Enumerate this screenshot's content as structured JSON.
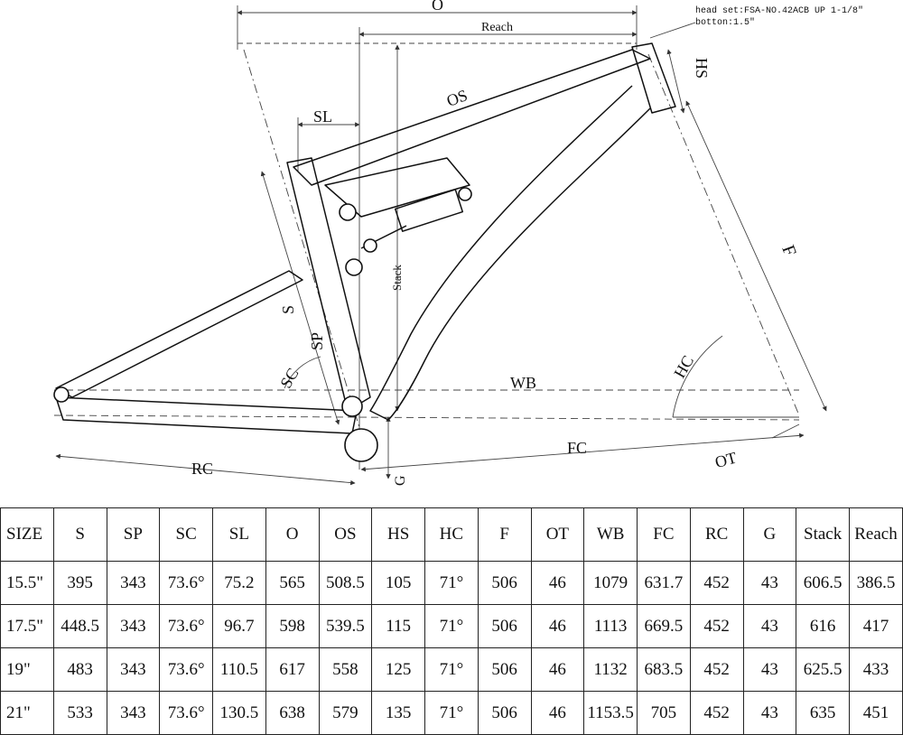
{
  "diagram": {
    "labels": {
      "o": "O",
      "reach": "Reach",
      "os": "OS",
      "sl": "SL",
      "hs": "HS",
      "f": "F",
      "stack": "Stack",
      "s": "S",
      "sp": "SP",
      "sc": "SC",
      "hc": "HC",
      "wb": "WB",
      "rc": "RC",
      "fc": "FC",
      "g": "G",
      "ot": "OT"
    },
    "headset_note": {
      "line1": "head set:FSA-NO.42ACB  UP 1-1/8\"",
      "line2": "botton:1.5\""
    }
  },
  "table": {
    "headers": [
      "SIZE",
      "S",
      "SP",
      "SC",
      "SL",
      "O",
      "OS",
      "HS",
      "HC",
      "F",
      "OT",
      "WB",
      "FC",
      "RC",
      "G",
      "Stack",
      "Reach"
    ],
    "rows": [
      [
        "15.5\"",
        "395",
        "343",
        "73.6°",
        "75.2",
        "565",
        "508.5",
        "105",
        "71°",
        "506",
        "46",
        "1079",
        "631.7",
        "452",
        "43",
        "606.5",
        "386.5"
      ],
      [
        "17.5\"",
        "448.5",
        "343",
        "73.6°",
        "96.7",
        "598",
        "539.5",
        "115",
        "71°",
        "506",
        "46",
        "1113",
        "669.5",
        "452",
        "43",
        "616",
        "417"
      ],
      [
        "19\"",
        "483",
        "343",
        "73.6°",
        "110.5",
        "617",
        "558",
        "125",
        "71°",
        "506",
        "46",
        "1132",
        "683.5",
        "452",
        "43",
        "625.5",
        "433"
      ],
      [
        "21\"",
        "533",
        "343",
        "73.6°",
        "130.5",
        "638",
        "579",
        "135",
        "71°",
        "506",
        "46",
        "1153.5",
        "705",
        "452",
        "43",
        "635",
        "451"
      ]
    ]
  }
}
